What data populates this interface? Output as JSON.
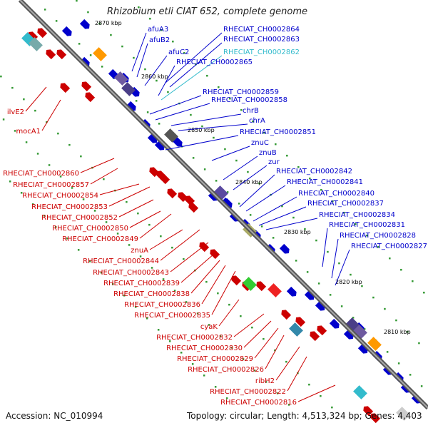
{
  "title": "Rhizobium etli CIAT 652, complete genome",
  "footer": {
    "accession": "Accession: NC_010994",
    "stats": "Topology: circular; Length: 4,513,324 bp; Genes: 4,403"
  },
  "colors": {
    "forward": "#0000cc",
    "reverse": "#cc0000",
    "highlight": "#33bbcc",
    "axis": "#808080",
    "tick": "#339933"
  },
  "kbp_marks": [
    "2870 kbp",
    "2860 kbp",
    "2850 kbp",
    "2840 kbp",
    "2830 kbp",
    "2820 kbp",
    "2810 kbp"
  ],
  "right_labels": [
    {
      "text": "afuA3",
      "color": "#0000cc"
    },
    {
      "text": "afuB2",
      "color": "#0000cc"
    },
    {
      "text": "afuC2",
      "color": "#0000cc"
    },
    {
      "text": "RHECIAT_CH0002864",
      "color": "#0000cc"
    },
    {
      "text": "RHECIAT_CH0002863",
      "color": "#0000cc"
    },
    {
      "text": "RHECIAT_CH0002862",
      "color": "#33bbcc"
    },
    {
      "text": "RHECIAT_CH0002865",
      "color": "#0000cc"
    },
    {
      "text": "RHECIAT_CH0002859",
      "color": "#0000cc"
    },
    {
      "text": "RHECIAT_CH0002858",
      "color": "#0000cc"
    },
    {
      "text": "chrB",
      "color": "#0000cc"
    },
    {
      "text": "chrA",
      "color": "#0000cc"
    },
    {
      "text": "RHECIAT_CH0002851",
      "color": "#0000cc"
    },
    {
      "text": "znuC",
      "color": "#0000cc"
    },
    {
      "text": "znuB",
      "color": "#0000cc"
    },
    {
      "text": "zur",
      "color": "#0000cc"
    },
    {
      "text": "RHECIAT_CH0002842",
      "color": "#0000cc"
    },
    {
      "text": "RHECIAT_CH0002841",
      "color": "#0000cc"
    },
    {
      "text": "RHECIAT_CH0002840",
      "color": "#0000cc"
    },
    {
      "text": "RHECIAT_CH0002837",
      "color": "#0000cc"
    },
    {
      "text": "RHECIAT_CH0002834",
      "color": "#0000cc"
    },
    {
      "text": "RHECIAT_CH0002831",
      "color": "#0000cc"
    },
    {
      "text": "RHECIAT_CH0002828",
      "color": "#0000cc"
    },
    {
      "text": "RHECIAT_CH0002827",
      "color": "#0000cc"
    }
  ],
  "left_labels": [
    {
      "text": "ilvE2"
    },
    {
      "text": "mocA1"
    },
    {
      "text": "RHECIAT_CH0002860"
    },
    {
      "text": "RHECIAT_CH0002857"
    },
    {
      "text": "RHECIAT_CH0002854"
    },
    {
      "text": "RHECIAT_CH0002853"
    },
    {
      "text": "RHECIAT_CH0002852"
    },
    {
      "text": "RHECIAT_CH0002850"
    },
    {
      "text": "RHECIAT_CH0002849"
    },
    {
      "text": "znuA"
    },
    {
      "text": "RHECIAT_CH0002844"
    },
    {
      "text": "RHECIAT_CH0002843"
    },
    {
      "text": "RHECIAT_CH0002839"
    },
    {
      "text": "RHECIAT_CH0002838"
    },
    {
      "text": "RHECIAT_CH0002836"
    },
    {
      "text": "RHECIAT_CH0002835"
    },
    {
      "text": "cyaK"
    },
    {
      "text": "RHECIAT_CH0002832"
    },
    {
      "text": "RHECIAT_CH0002830"
    },
    {
      "text": "RHECIAT_CH0002829"
    },
    {
      "text": "RHECIAT_CH0002826"
    },
    {
      "text": "ribH2"
    },
    {
      "text": "RHECIAT_CH0002822"
    },
    {
      "text": "RHECIAT_CH0002816"
    }
  ]
}
